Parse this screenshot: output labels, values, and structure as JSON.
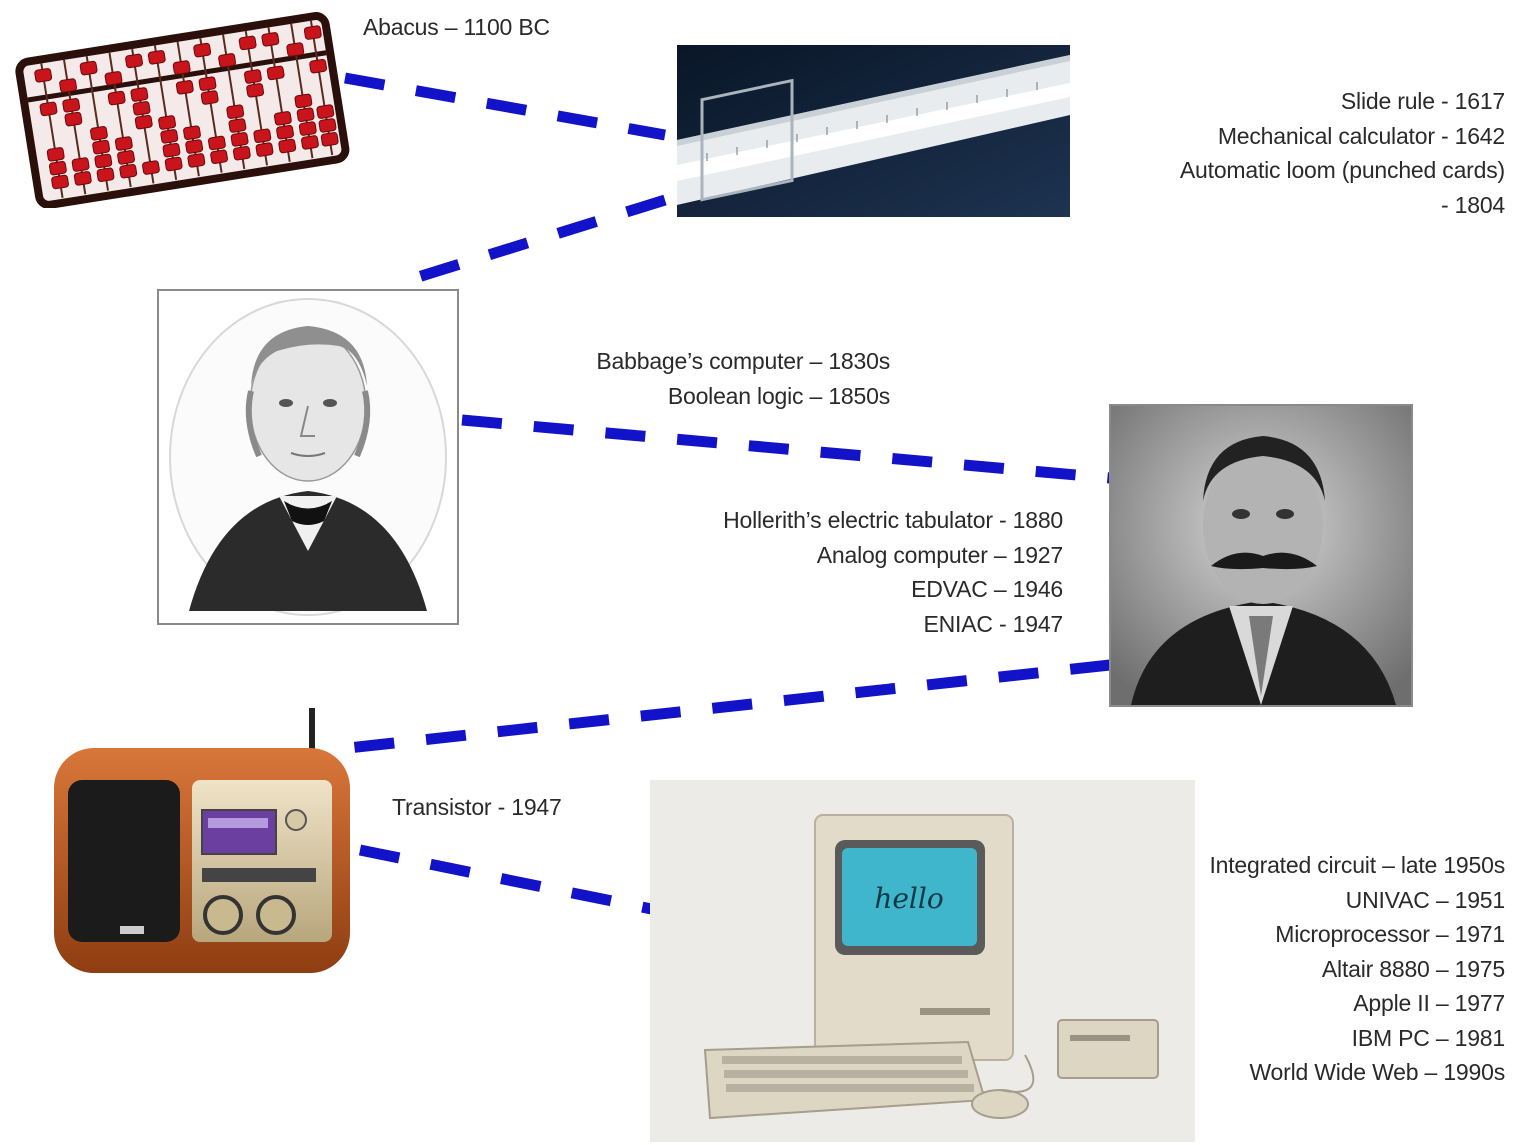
{
  "timeline": {
    "abacus": {
      "lines": [
        "Abacus – 1100 BC"
      ]
    },
    "slide_rule_group": {
      "lines": [
        "Slide rule - 1617",
        "Mechanical calculator - 1642",
        "Automatic loom (punched cards)",
        "- 1804"
      ]
    },
    "babbage_group": {
      "lines": [
        "Babbage’s computer – 1830s",
        "Boolean logic – 1850s"
      ]
    },
    "hollerith_group": {
      "lines": [
        "Hollerith’s electric tabulator - 1880",
        "Analog computer – 1927",
        "EDVAC – 1946",
        "ENIAC - 1947"
      ]
    },
    "transistor": {
      "lines": [
        "Transistor - 1947"
      ]
    },
    "modern_group": {
      "lines": [
        "Integrated circuit – late 1950s",
        "UNIVAC – 1951",
        "Microprocessor – 1971",
        "Altair 8880 – 1975",
        "Apple II – 1977",
        "IBM PC – 1981",
        "World Wide Web – 1990s"
      ]
    }
  },
  "images": [
    {
      "name": "abacus-image"
    },
    {
      "name": "slide-rule-image"
    },
    {
      "name": "babbage-portrait"
    },
    {
      "name": "hollerith-portrait"
    },
    {
      "name": "radio-image"
    },
    {
      "name": "macintosh-image"
    }
  ],
  "colors": {
    "connector": "#1212c8",
    "abacus_frame": "#2a0f0a",
    "abacus_bead": "#c8141a",
    "radio_wood": "#b5561f",
    "mac_screen": "#3fb6cc"
  }
}
